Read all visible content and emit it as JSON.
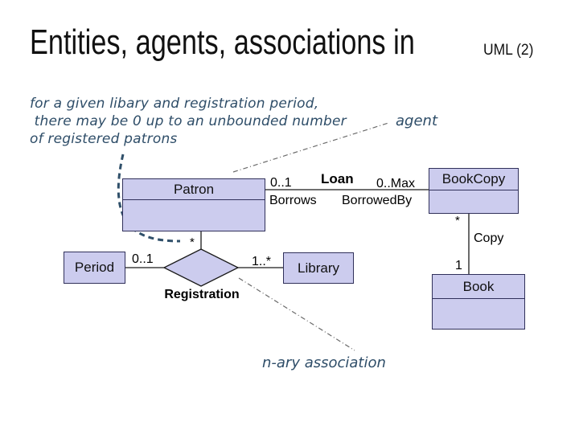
{
  "slide": {
    "title_main": "Entities, agents, associations in",
    "title_suffix": "UML (2)"
  },
  "annotation": {
    "note_lines": [
      "for a given libary and registration period,",
      " there may be 0 up to an unbounded number",
      "of registered patrons"
    ],
    "agent_label": "agent",
    "nary_label": "n-ary association"
  },
  "diagram": {
    "classes": {
      "patron": "Patron",
      "bookcopy": "BookCopy",
      "book": "Book",
      "period": "Period",
      "library": "Library"
    },
    "loan_association": {
      "name": "Loan",
      "patron_multiplicity": "0..1",
      "bookcopy_multiplicity": "0..Max",
      "patron_role": "Borrows",
      "bookcopy_role": "BorrowedBy"
    },
    "copy_association": {
      "name": "Copy",
      "bookcopy_multiplicity": "*",
      "book_multiplicity": "1"
    },
    "registration_association": {
      "name": "Registration",
      "patron_multiplicity": "*",
      "period_multiplicity": "0..1",
      "library_multiplicity": "1..*"
    },
    "colors": {
      "box_fill": "#ccccee",
      "box_border": "#30305a",
      "note_text": "#2e4d68",
      "callout_line": "#6b6b6b",
      "line": "#1a1a1a"
    }
  }
}
